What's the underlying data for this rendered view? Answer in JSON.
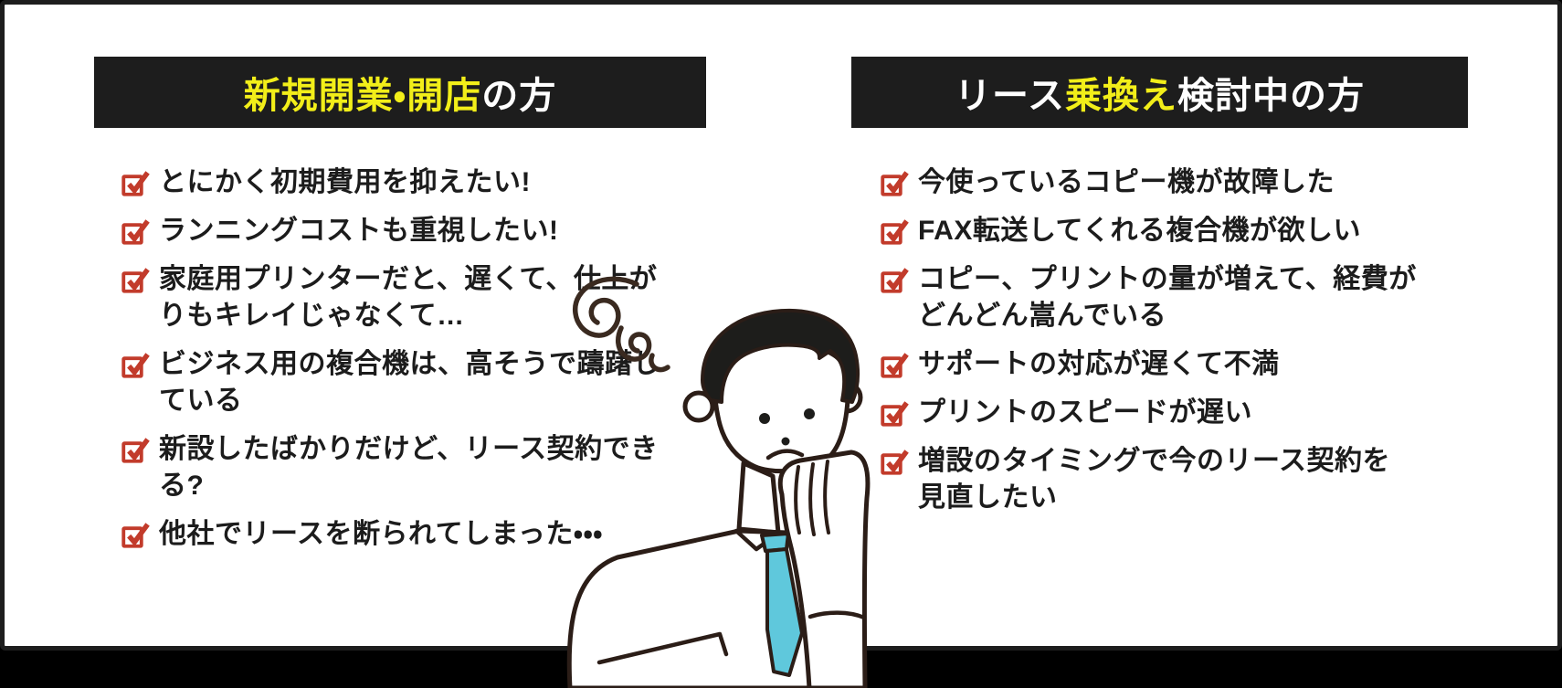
{
  "colors": {
    "background": "#000000",
    "card": "#ffffff",
    "frame": "#1d1d1d",
    "header_bg": "#1d1d1d",
    "highlight_yellow": "#f2ee19",
    "header_white": "#ffffff",
    "check_red": "#c23b2b",
    "text": "#1c1c1c",
    "tie_teal": "#5fc8dc",
    "outline": "#2b1d17"
  },
  "left_panel": {
    "label": "新規開業・開店の方",
    "header_segments": [
      {
        "text": "新規開業・開店",
        "color": "#f2ee19"
      },
      {
        "text": "の方",
        "color": "#ffffff"
      }
    ],
    "items": [
      {
        "lines": [
          "とにかく初期費用を抑えたい!"
        ]
      },
      {
        "lines": [
          "ランニングコストも重視したい!"
        ]
      },
      {
        "lines": [
          "家庭用プリンターだと、遅くて、仕上が",
          "りもキレイじゃなくて…"
        ]
      },
      {
        "lines": [
          "ビジネス用の複合機は、高そうで躊躇し",
          "ている"
        ]
      },
      {
        "lines": [
          "新設したばかりだけど、リース契約でき",
          "る?"
        ]
      },
      {
        "lines": [
          "他社でリースを断られてしまった・・・"
        ]
      }
    ]
  },
  "right_panel": {
    "label": "リース乗換え検討中の方",
    "header_segments": [
      {
        "text": "リース",
        "color": "#ffffff"
      },
      {
        "text": "乗換え",
        "color": "#f2ee19"
      },
      {
        "text": "検討中の方",
        "color": "#ffffff"
      }
    ],
    "items": [
      {
        "lines": [
          "今使っているコピー機が故障した"
        ]
      },
      {
        "lines": [
          "FAX転送してくれる複合機が欲しい"
        ]
      },
      {
        "lines": [
          "コピー、プリントの量が増えて、経費が",
          "どんどん嵩んでいる"
        ]
      },
      {
        "lines": [
          "サポートの対応が遅くて不満"
        ]
      },
      {
        "lines": [
          "プリントのスピードが遅い"
        ]
      },
      {
        "lines": [
          "増設のタイミングで今のリース契約を",
          "見直したい"
        ]
      }
    ]
  },
  "illustration": {
    "name": "thinking-man",
    "tie_color": "#5fc8dc"
  }
}
